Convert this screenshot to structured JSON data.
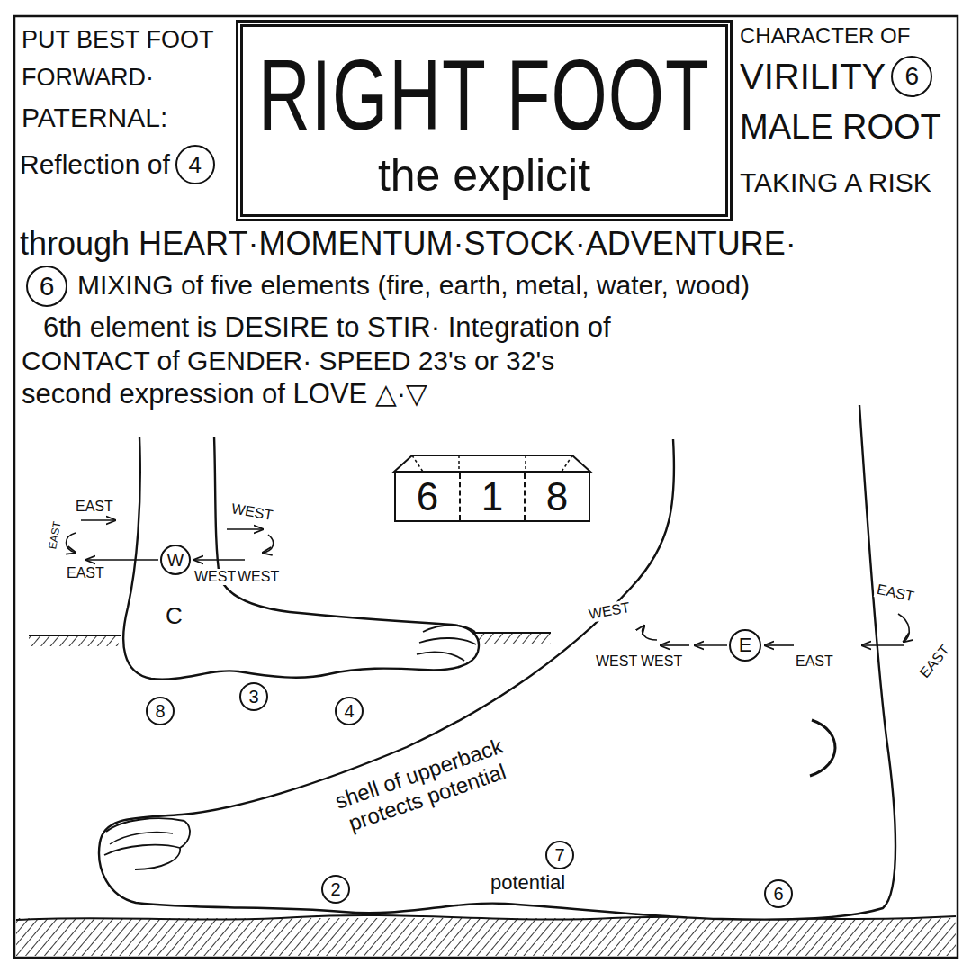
{
  "diagram": {
    "nodes": [
      {
        "text": [
          "RIGHT FOOT",
          "the explicit"
        ]
      },
      {
        "text": [
          "6"
        ]
      },
      {
        "text": [
          "4"
        ]
      },
      {
        "text": [
          "6"
        ]
      },
      {
        "text": [
          "6",
          "1",
          "8"
        ]
      },
      {
        "text": [
          "W"
        ]
      },
      {
        "text": [
          "E"
        ]
      },
      {
        "text": [
          "8"
        ]
      },
      {
        "text": [
          "3"
        ]
      },
      {
        "text": [
          "4"
        ]
      },
      {
        "text": [
          "7"
        ]
      },
      {
        "text": [
          "2"
        ]
      },
      {
        "text": [
          "6"
        ]
      }
    ],
    "labels": [
      "PUT BEST FOOT FORWARD·",
      "PATERNAL:",
      "Reflection of",
      "CHARACTER OF",
      "VIRILITY",
      "MALE ROOT",
      "TAKING A RISK",
      "through HEART·MOMENTUM·STOCK·ADVENTURE·",
      "MIXING of five elements (fire, earth, metal, water, wood)",
      "6th element is DESIRE to STIR· Integration of",
      "CONTACT of GENDER· SPEED 23's or 32's",
      "second expression of LOVE △·▽",
      "EAST",
      "EAST",
      "WEST",
      "EAST",
      "WEST",
      "WEST",
      "C",
      "WEST",
      "EAST",
      "WEST",
      "WEST",
      "EAST",
      "EAST",
      "shell of upperback protects potential",
      "potential"
    ]
  }
}
